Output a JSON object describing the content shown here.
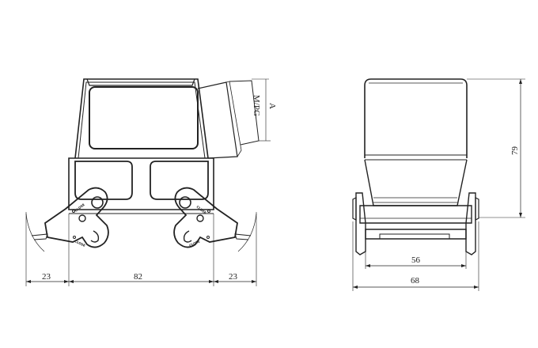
{
  "front_view": {
    "dimensions": {
      "left_margin": "23",
      "body_width": "82",
      "right_margin": "23"
    },
    "cable_entry_label": "M/PG",
    "dimension_A": "A",
    "lever_label_top": "CLOSE",
    "lever_label_bottom": "CLOSE"
  },
  "side_view": {
    "dimensions": {
      "height": "79",
      "inner_width": "56",
      "overall_width": "68"
    }
  }
}
